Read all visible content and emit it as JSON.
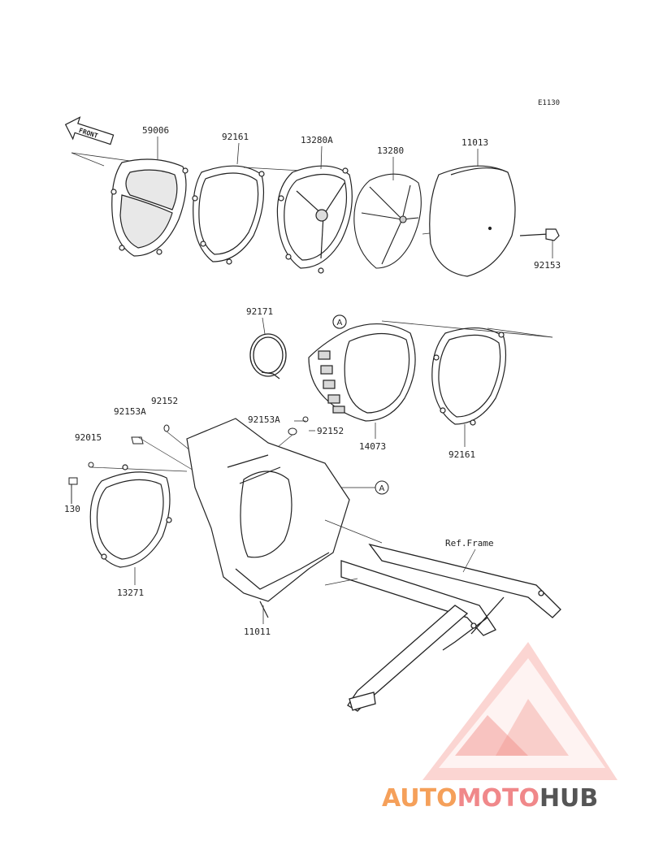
{
  "diagram": {
    "code": "E1130",
    "front_label": "FRONT",
    "ref_frame_label": "Ref.Frame",
    "callout_letter": "A"
  },
  "parts": {
    "p59006": "59006",
    "p92161_top": "92161",
    "p13280A": "13280A",
    "p13280": "13280",
    "p11013": "11013",
    "p92153": "92153",
    "p92171": "92171",
    "p14073": "14073",
    "p92161_mid": "92161",
    "p92153A_left": "92153A",
    "p92152_left": "92152",
    "p92015": "92015",
    "p130": "130",
    "p92153A_mid": "92153A",
    "p92152_mid": "92152",
    "p13271": "13271",
    "p11011": "11011"
  },
  "watermark": {
    "part1": "AUTO",
    "part2": "MOTO",
    "part3": "HUB",
    "color1": "#f5a05a",
    "color2": "#f0888a",
    "color3": "#555555",
    "logo_color": "#f28a82"
  }
}
